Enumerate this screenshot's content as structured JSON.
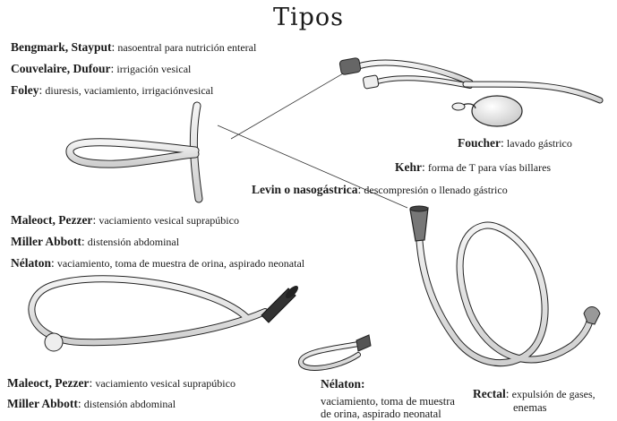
{
  "title": "Tipos",
  "labels": {
    "bengmark": {
      "name": "Bengmark, Stayput",
      "desc": "nasoentral para nutrición enteral"
    },
    "couvelaire": {
      "name": "Couvelaire, Dufour",
      "desc": "irrigación vesical"
    },
    "foley": {
      "name": "Foley",
      "desc": "diuresis, vaciamiento, irrigaciónvesical"
    },
    "foucher": {
      "name": "Foucher",
      "desc": "lavado gástrico"
    },
    "kehr": {
      "name": "Kehr",
      "desc": "forma de T para vías billares"
    },
    "levin": {
      "name": "Levin o nasogástrica",
      "desc": "descompresión o llenado gástrico"
    },
    "maleoct_top": {
      "name": "Maleoct, Pezzer",
      "desc": "vaciamiento vesical suprapúbico"
    },
    "miller_top": {
      "name": "Miller Abbott",
      "desc": "distensión abdominal"
    },
    "nelaton_top": {
      "name": "Nélaton",
      "desc": "vaciamiento, toma de muestra de orina, aspirado neonatal"
    },
    "maleoct_bottom": {
      "name": "Maleoct, Pezzer",
      "desc": "vaciamiento vesical suprapúbico"
    },
    "miller_bottom": {
      "name": "Miller Abbott",
      "desc": "distensión abdominal"
    },
    "nelaton_bottom": {
      "name": "Nélaton:",
      "desc_line1": "vaciamiento, toma de muestra",
      "desc_line2": "de orina, aspirado neonatal"
    },
    "rectal": {
      "name": "Rectal",
      "desc_line1": "expulsión de gases,",
      "desc_line2": "enemas"
    }
  }
}
